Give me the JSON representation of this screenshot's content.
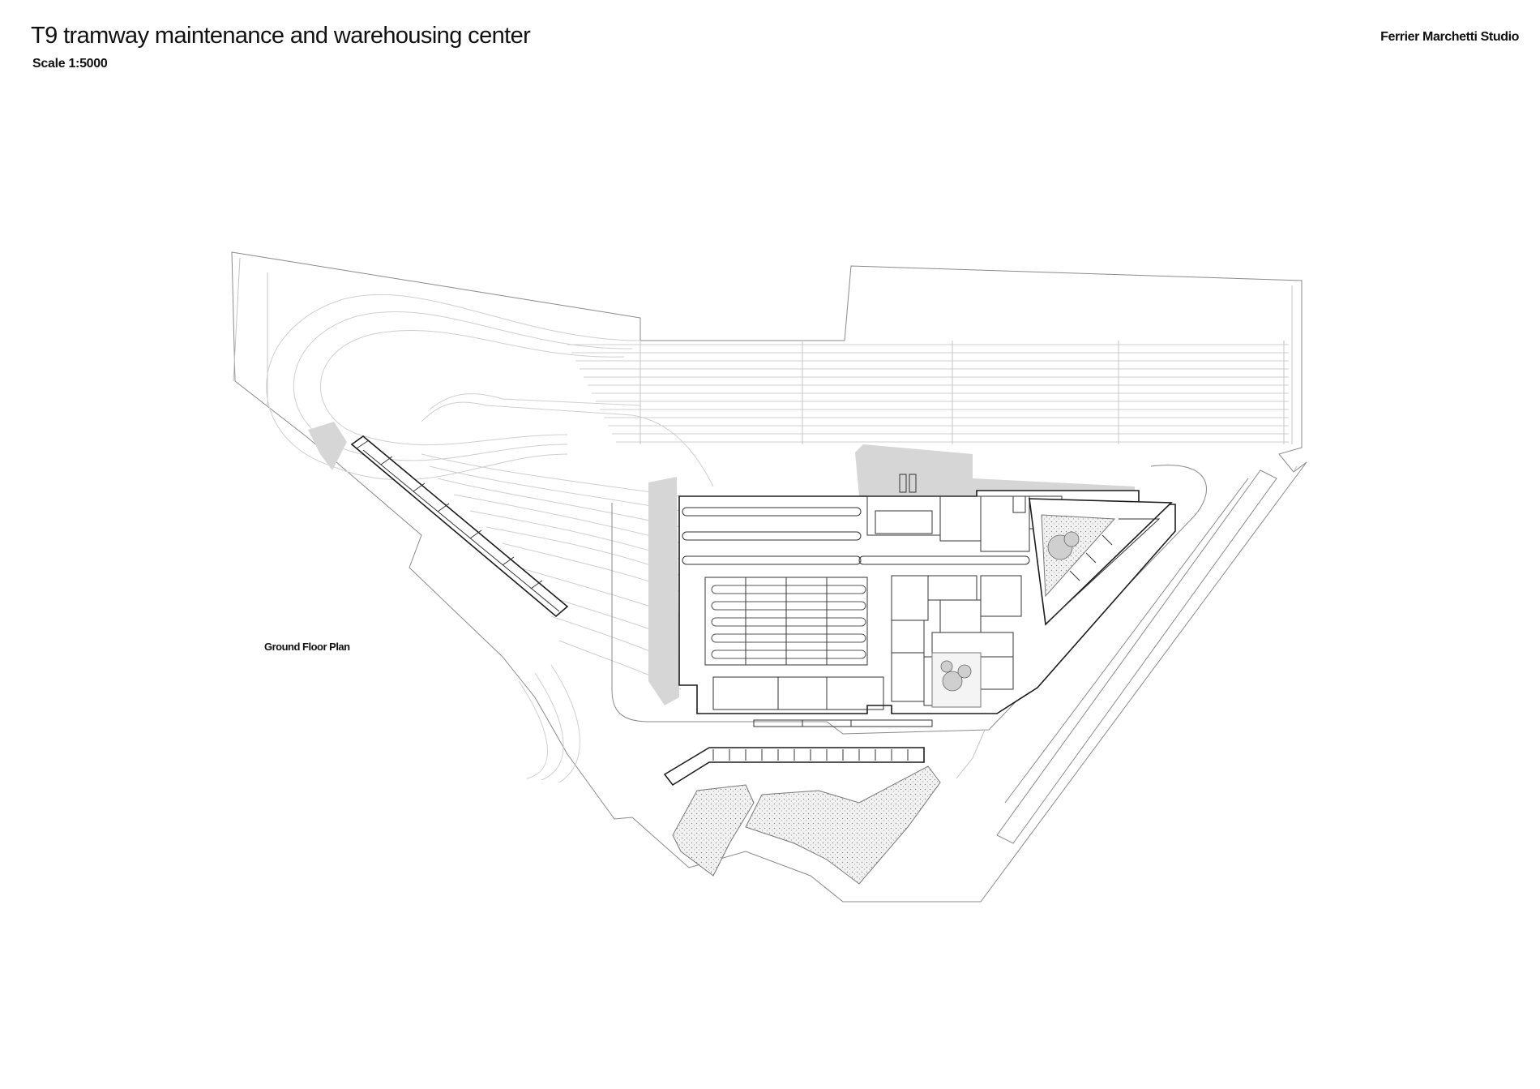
{
  "header": {
    "title": "T9 tramway maintenance and warehousing center",
    "scale": "Scale 1:5000",
    "studio": "Ferrier Marchetti Studio"
  },
  "plan": {
    "label": "Ground Floor Plan"
  }
}
